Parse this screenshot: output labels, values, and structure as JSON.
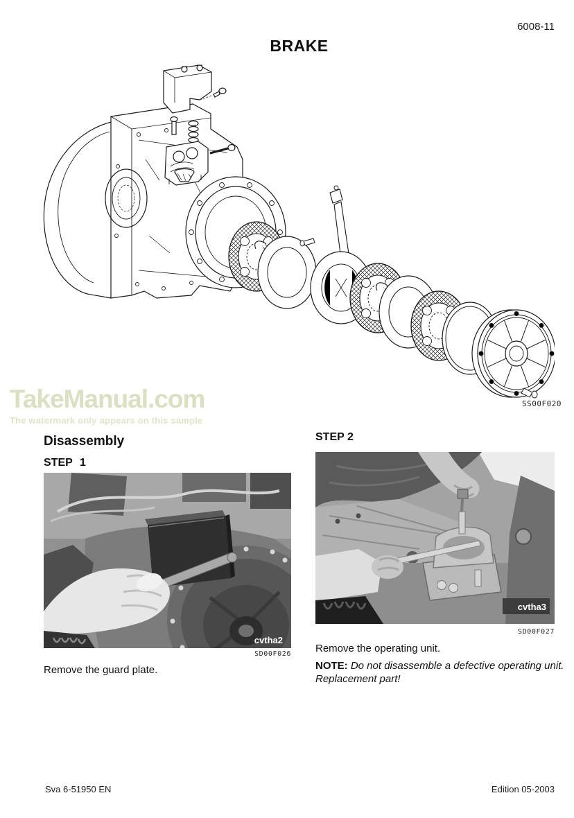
{
  "page": {
    "page_number": "6008-11",
    "title": "BRAKE",
    "footer_left": "Sva 6-51950 EN",
    "footer_right": "Edition 05-2003"
  },
  "watermark": {
    "title": "TakeManual.com",
    "subtitle": "The watermark only appears on this sample",
    "color": "#dbe0c2"
  },
  "diagram": {
    "name": "brake-exploded-view",
    "figure_code": "SS00F020"
  },
  "disassembly": {
    "heading": "Disassembly",
    "steps": [
      {
        "label": "STEP 1",
        "photo_tag": "cvtha2",
        "figure_code": "SD00F026",
        "caption": "Remove the guard plate."
      },
      {
        "label": "STEP 2",
        "photo_tag": "cvtha3",
        "figure_code": "SD00F027",
        "caption": "Remove the operating unit.",
        "note_label": "NOTE:",
        "note_text": "Do not disassemble a defective operating unit. Replacement part!"
      }
    ]
  }
}
